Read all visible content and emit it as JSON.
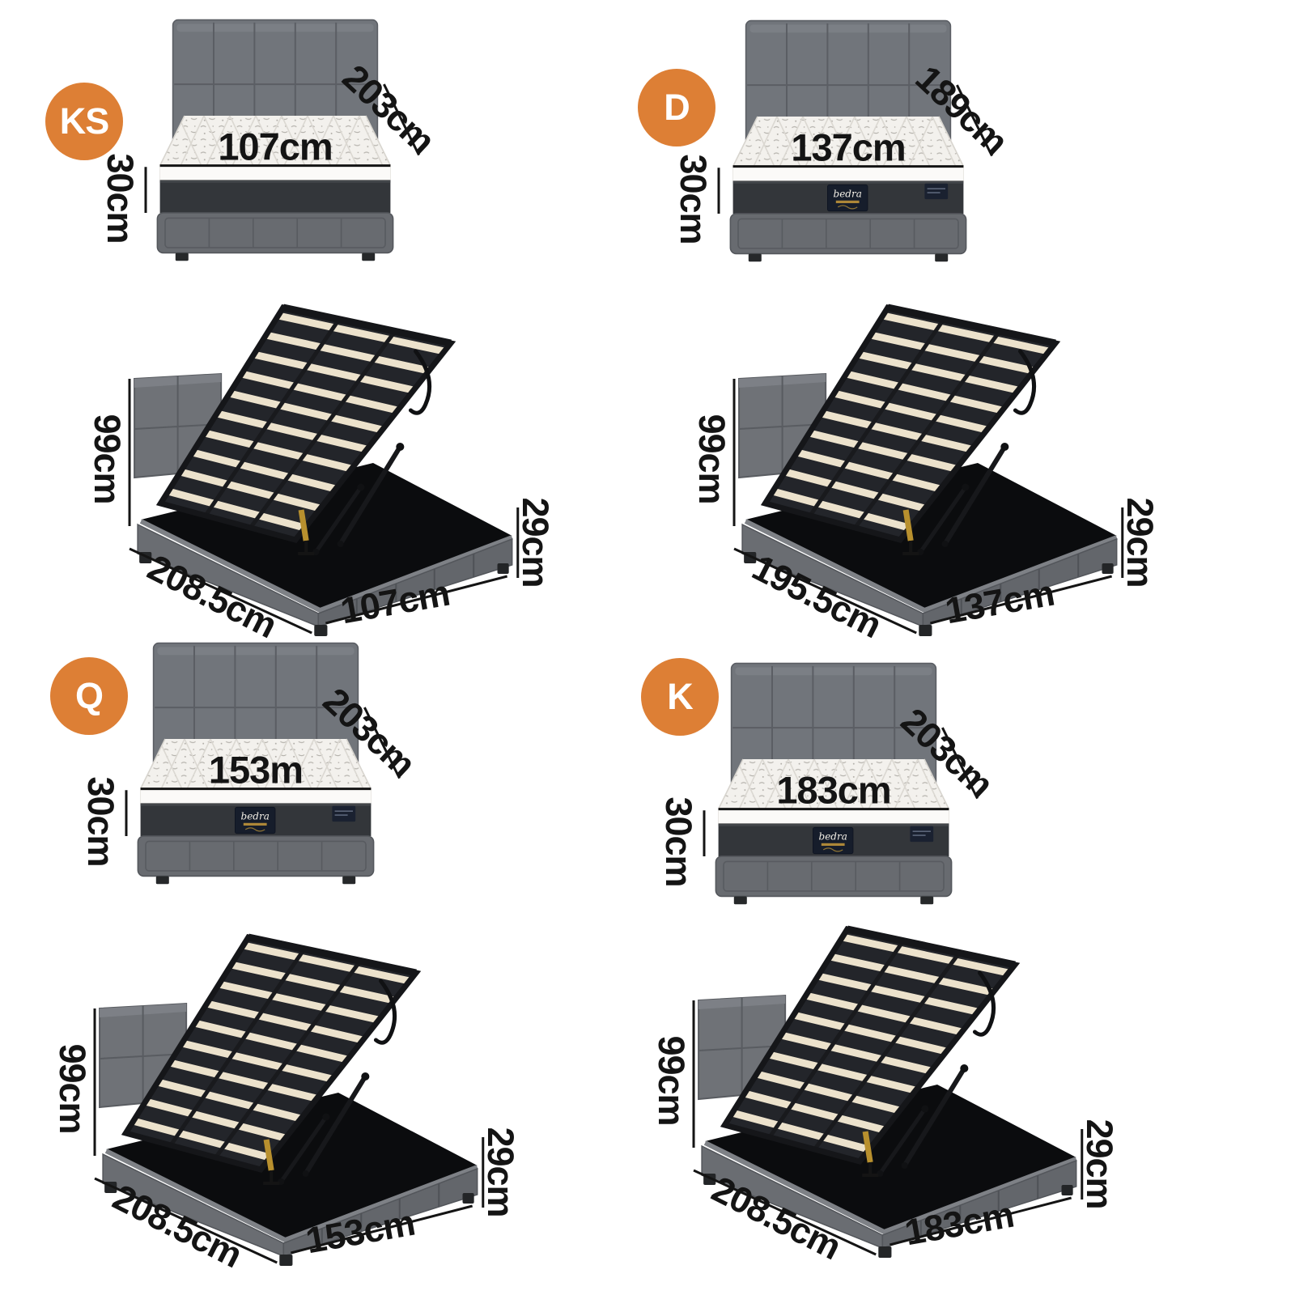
{
  "page": {
    "background": "#ffffff",
    "accent_color": "#dd7f35",
    "text_color": "#141414",
    "brand_label": "bedra"
  },
  "quadrants": [
    {
      "code": "KS",
      "top": {
        "width": "107cm",
        "length": "203cm",
        "height": "30cm"
      },
      "bottom": {
        "height": "99cm",
        "length": "208.5cm",
        "width": "107cm",
        "base_height": "29cm"
      }
    },
    {
      "code": "D",
      "top": {
        "width": "137cm",
        "length": "189cm",
        "height": "30cm"
      },
      "bottom": {
        "height": "99cm",
        "length": "195.5cm",
        "width": "137cm",
        "base_height": "29cm"
      }
    },
    {
      "code": "Q",
      "top": {
        "width": "153m",
        "length": "203cm",
        "height": "30cm"
      },
      "bottom": {
        "height": "99cm",
        "length": "208.5cm",
        "width": "153cm",
        "base_height": "29cm"
      }
    },
    {
      "code": "K",
      "top": {
        "width": "183cm",
        "length": "203cm",
        "height": "30cm"
      },
      "bottom": {
        "height": "99cm",
        "length": "208.5cm",
        "width": "183cm",
        "base_height": "29cm"
      }
    }
  ]
}
